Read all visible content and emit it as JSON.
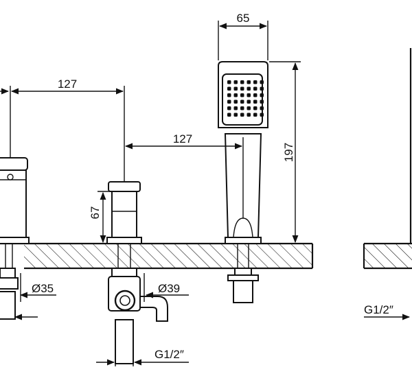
{
  "dimensions": {
    "handshower_width": "65",
    "spacing_left_to_center": "127",
    "spacing_center_to_right": "127",
    "handshower_height": "197",
    "valve_height": "67",
    "diameter_left": "Ø35",
    "diameter_center": "Ø39",
    "thread_center": "G1/2″",
    "thread_right": "G1/2″"
  }
}
